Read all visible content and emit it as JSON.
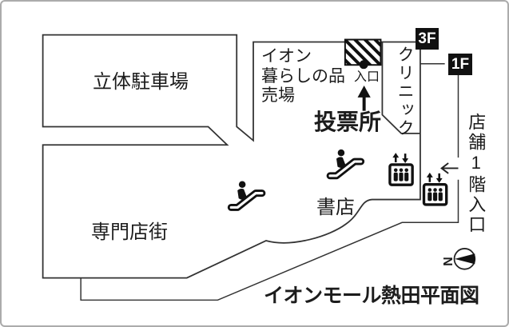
{
  "title": "イオンモール熱田平面図",
  "areas": {
    "parking": {
      "label": "立体駐車場"
    },
    "specialty_street": {
      "label": "専門店街"
    },
    "aeon_daily_goods": {
      "line1": "イオン",
      "line2": "暮らしの品",
      "line3": "売場"
    },
    "clinic": {
      "label": "クリニック"
    },
    "bookstore": {
      "label": "書店"
    }
  },
  "annotations": {
    "entrance": {
      "label": "入口"
    },
    "polling_place": {
      "label": "投票所"
    },
    "store_first_floor_entrance": {
      "label": "店舗1階入口"
    }
  },
  "badges": {
    "clinic_floor": "3F",
    "entrance_floor": "1F"
  },
  "compass": {
    "north_label": "N"
  },
  "icons": {
    "escalator_count": 2,
    "elevator_count": 2,
    "names": [
      "escalator-icon",
      "elevator-icon",
      "up-arrow-icon",
      "left-arrow-icon",
      "entrance-dot-icon",
      "compass-icon",
      "hatched-entrance-area"
    ]
  },
  "colors": {
    "background": "#ffffff",
    "line": "#333333",
    "icon": "#111111",
    "text": "#1c1c1c",
    "badge_bg": "#111111",
    "badge_text": "#ffffff",
    "frame": "#ababab"
  }
}
